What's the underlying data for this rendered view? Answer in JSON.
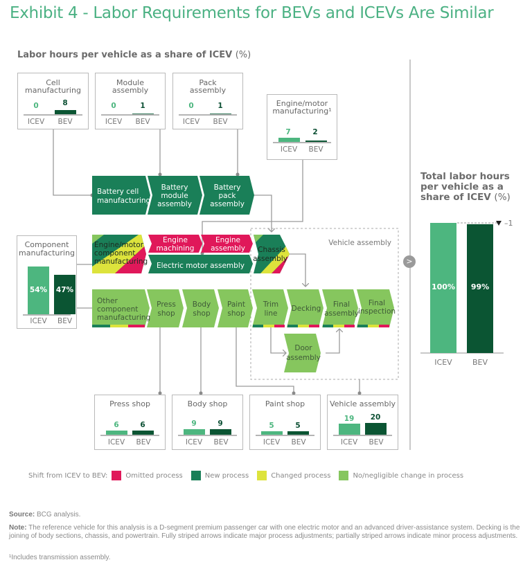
{
  "title": "Exhibit 4 - Labor Requirements for BEVs and ICEVs Are Similar",
  "subtitle": "Labor hours per vehicle as a share of ICEV",
  "subtitle_unit": "(%)",
  "colors": {
    "title_green": "#4bb183",
    "icev": "#4db67f",
    "bev": "#0b5533",
    "omitted": "#e0185a",
    "new": "#1a7f58",
    "changed": "#dde33c",
    "no_change": "#86c65e"
  },
  "mini_charts": {
    "cell": {
      "title_l1": "Cell",
      "title_l2": "manufacturing",
      "icev": 0,
      "bev": 8,
      "icev_label": "ICEV",
      "bev_label": "BEV"
    },
    "module": {
      "title_l1": "Module",
      "title_l2": "assembly",
      "icev": 0,
      "bev": 1,
      "icev_label": "ICEV",
      "bev_label": "BEV"
    },
    "pack": {
      "title_l1": "Pack",
      "title_l2": "assembly",
      "icev": 0,
      "bev": 1,
      "icev_label": "ICEV",
      "bev_label": "BEV"
    },
    "engine": {
      "title_l1": "Engine/motor",
      "title_l2": "manufacturing¹",
      "icev": 7,
      "bev": 2,
      "icev_label": "ICEV",
      "bev_label": "BEV"
    },
    "component": {
      "title_l1": "Component",
      "title_l2": "manufacturing",
      "icev": "54%",
      "bev": "47%",
      "icev_value": 54,
      "bev_value": 47,
      "icev_label": "ICEV",
      "bev_label": "BEV"
    },
    "press": {
      "title": "Press shop",
      "icev": 6,
      "bev": 6,
      "icev_label": "ICEV",
      "bev_label": "BEV"
    },
    "body": {
      "title": "Body shop",
      "icev": 9,
      "bev": 9,
      "icev_label": "ICEV",
      "bev_label": "BEV"
    },
    "paint": {
      "title": "Paint shop",
      "icev": 5,
      "bev": 5,
      "icev_label": "ICEV",
      "bev_label": "BEV"
    },
    "vehicle": {
      "title": "Vehicle assembly",
      "icev": 19,
      "bev": 20,
      "icev_label": "ICEV",
      "bev_label": "BEV"
    }
  },
  "process": {
    "battery_cell": [
      "Battery cell",
      "manufacturing"
    ],
    "battery_module": [
      "Battery",
      "module",
      "assembly"
    ],
    "battery_pack": [
      "Battery",
      "pack",
      "assembly"
    ],
    "engine_motor_component": [
      "Engine/motor",
      "component",
      "manufacturing"
    ],
    "engine_machining": [
      "Engine",
      "machining"
    ],
    "engine_assembly": [
      "Engine",
      "assembly"
    ],
    "electric_motor": [
      "Electric motor assembly"
    ],
    "chassis": [
      "Chassis",
      "assembly"
    ],
    "other_component": [
      "Other",
      "component",
      "manufacturing"
    ],
    "press_shop": [
      "Press",
      "shop"
    ],
    "body_shop": [
      "Body",
      "shop"
    ],
    "paint_shop": [
      "Paint",
      "shop"
    ],
    "trim_line": [
      "Trim",
      "line"
    ],
    "decking": [
      "Decking"
    ],
    "final_assembly": [
      "Final",
      "assembly"
    ],
    "final_inspection": [
      "Final",
      "inspection"
    ],
    "door_assembly": [
      "Door",
      "assembly"
    ],
    "vehicle_assembly_group": "Vehicle assembly"
  },
  "legend": {
    "prefix": "Shift from ICEV to BEV:",
    "items": [
      {
        "label": "Omitted process",
        "color": "#e0185a"
      },
      {
        "label": "New process",
        "color": "#1a7f58"
      },
      {
        "label": "Changed process",
        "color": "#dde33c"
      },
      {
        "label": "No/negligible change in process",
        "color": "#86c65e"
      }
    ]
  },
  "total": {
    "title_l1": "Total labor hours",
    "title_l2": "per vehicle as a",
    "title_l3": "share of ICEV",
    "title_unit": "(%)",
    "delta_label": "–1"
  },
  "chart_data": {
    "type": "bar",
    "title": "Total labor hours per vehicle as a share of ICEV (%)",
    "categories": [
      "ICEV",
      "BEV"
    ],
    "values": [
      100,
      99
    ],
    "value_labels": [
      "100%",
      "99%"
    ],
    "annotation": "–1",
    "ylim": [
      0,
      100
    ],
    "xlabel": "",
    "ylabel": ""
  },
  "divider_button": ">",
  "footer": {
    "source_label": "Source:",
    "source_text": "BCG analysis.",
    "note_label": "Note:",
    "note_text": "The reference vehicle for this analysis is a D-segment premium passenger car with one electric motor and an advanced driver-assistance system. Decking is the joining of body sections, chassis, and powertrain. Fully striped arrows indicate major process adjustments; partially striped arrows indicate minor process adjustments.",
    "footnote": "¹Includes transmission assembly."
  }
}
